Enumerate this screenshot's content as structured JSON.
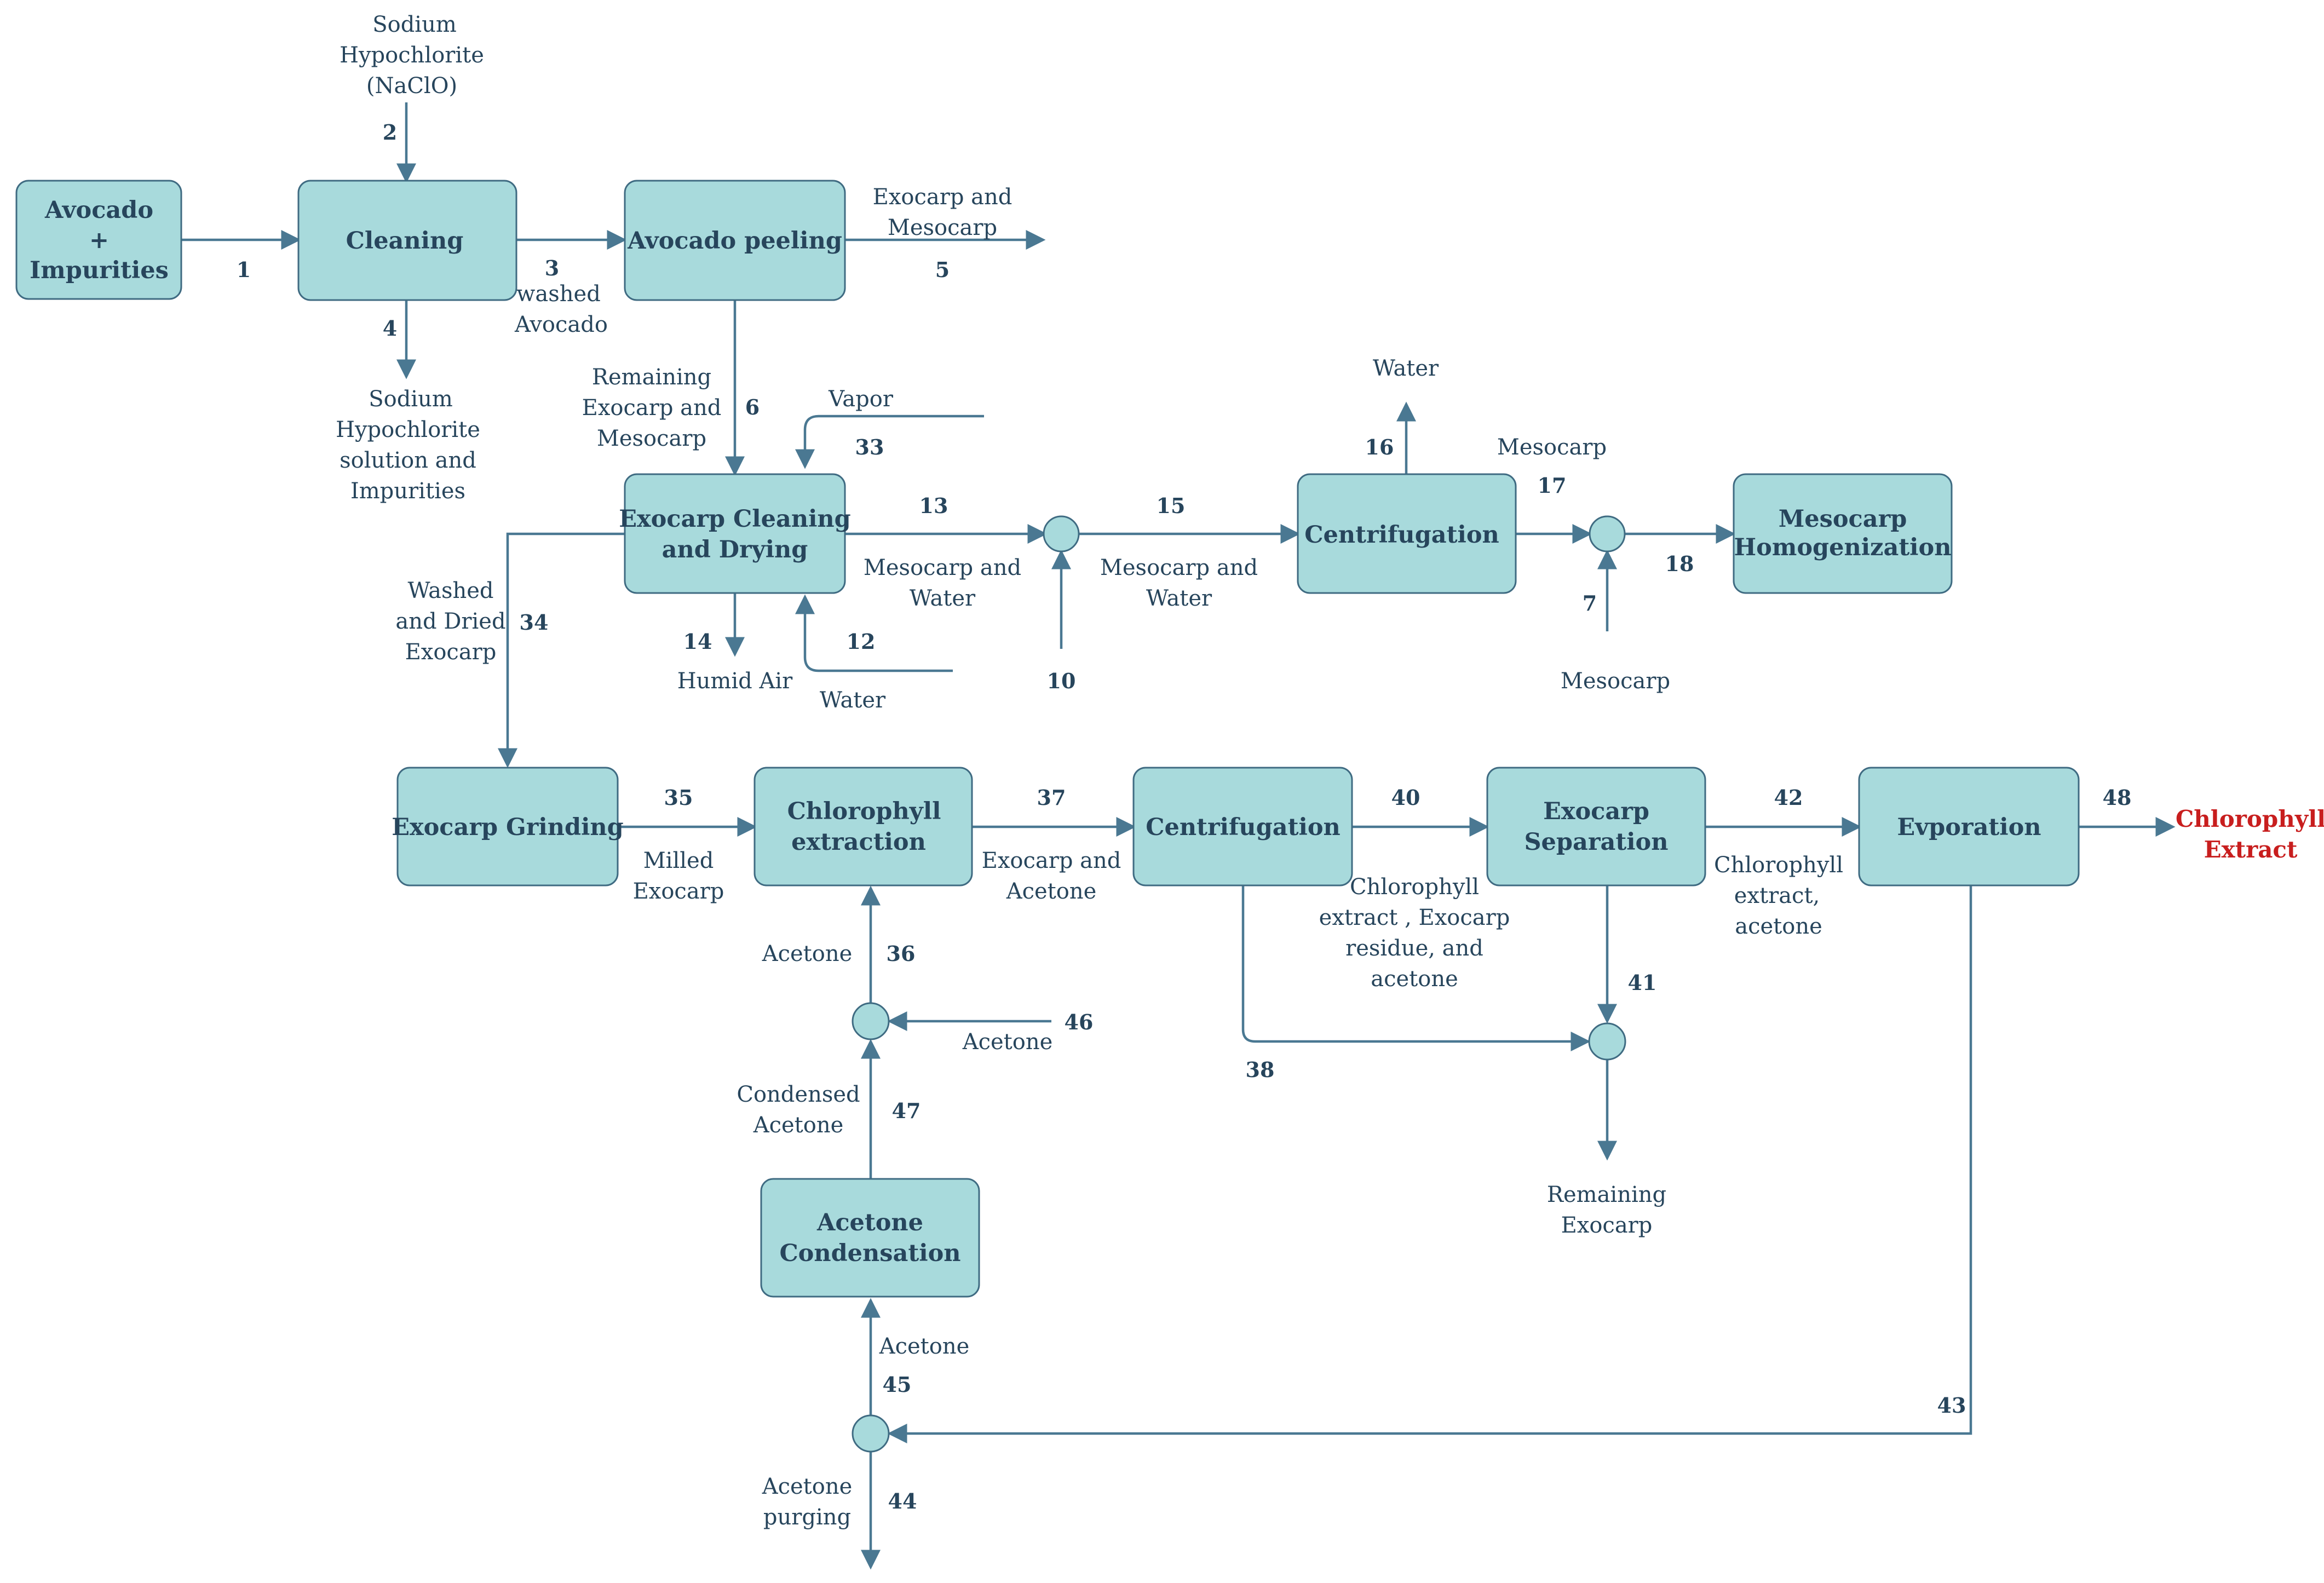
{
  "colors": {
    "box_fill": "#a8dadc",
    "box_stroke": "#3f6b82",
    "arrow": "#4a7892",
    "text": "#27455c",
    "product_text": "#c81e1e"
  },
  "units": {
    "avocado_impurities": [
      "Avocado",
      "+",
      "Impurities"
    ],
    "cleaning": [
      "Cleaning"
    ],
    "avocado_peeling": [
      "Avocado peeling"
    ],
    "exocarp_cleaning_drying": [
      "Exocarp Cleaning",
      "and Drying"
    ],
    "centrifugation_top": [
      "Centrifugation"
    ],
    "mesocarp_homogenization": [
      "Mesocarp",
      "Homogenization"
    ],
    "exocarp_grinding": [
      "Exocarp Grinding"
    ],
    "chlorophyll_extraction": [
      "Chlorophyll",
      "extraction"
    ],
    "centrifugation_bottom": [
      "Centrifugation"
    ],
    "exocarp_separation": [
      "Exocarp",
      "Separation"
    ],
    "evaporation": [
      "Evporation"
    ],
    "acetone_condensation": [
      "Acetone",
      "Condensation"
    ]
  },
  "stream_numbers": {
    "s1": "1",
    "s2": "2",
    "s3": "3",
    "s4": "4",
    "s5": "5",
    "s6": "6",
    "s7": "7",
    "s10": "10",
    "s12": "12",
    "s13": "13",
    "s14": "14",
    "s15": "15",
    "s16": "16",
    "s17": "17",
    "s18": "18",
    "s33": "33",
    "s34": "34",
    "s35": "35",
    "s36": "36",
    "s37": "37",
    "s38": "38",
    "s40": "40",
    "s41": "41",
    "s42": "42",
    "s43": "43",
    "s44": "44",
    "s45": "45",
    "s46": "46",
    "s47": "47",
    "s48": "48"
  },
  "stream_labels": {
    "sodium_hypochlorite_in": [
      "Sodium",
      "Hypochlorite",
      "(NaClO)"
    ],
    "washed_avocado": [
      "washed",
      "Avocado"
    ],
    "sodium_hypochlorite_out": [
      "Sodium",
      "Hypochlorite",
      "solution and",
      "Impurities"
    ],
    "exocarp_mesocarp_out": [
      "Exocarp and",
      "Mesocarp"
    ],
    "remaining_exocarp_mesocarp": [
      "Remaining",
      "Exocarp and",
      "Mesocarp"
    ],
    "vapor": [
      "Vapor"
    ],
    "water_out_top": [
      "Water"
    ],
    "mesocarp_17": [
      "Mesocarp"
    ],
    "mesocarp_water_13": [
      "Mesocarp and",
      "Water"
    ],
    "mesocarp_water_15": [
      "Mesocarp and",
      "Water"
    ],
    "washed_dried_exocarp": [
      "Washed",
      "and Dried",
      "Exocarp"
    ],
    "humid_air": [
      "Humid Air"
    ],
    "water_in_12": [
      "Water"
    ],
    "mesocarp_7": [
      "Mesocarp"
    ],
    "milled_exocarp": [
      "Milled",
      "Exocarp"
    ],
    "exocarp_acetone": [
      "Exocarp and",
      "Acetone"
    ],
    "chlorophyll_extract_residue": [
      "Chlorophyll",
      "extract , Exocarp",
      "residue, and",
      "acetone"
    ],
    "chlorophyll_extract_acetone": [
      "Chlorophyll",
      "extract,",
      "acetone"
    ],
    "acetone_36": [
      "Acetone"
    ],
    "acetone_46": [
      "Acetone"
    ],
    "condensed_acetone": [
      "Condensed",
      "Acetone"
    ],
    "remaining_exocarp": [
      "Remaining",
      "Exocarp"
    ],
    "acetone_45": [
      "Acetone"
    ],
    "acetone_purging": [
      "Acetone",
      "purging"
    ]
  },
  "product_label": [
    "Chlorophyll",
    "Extract"
  ]
}
